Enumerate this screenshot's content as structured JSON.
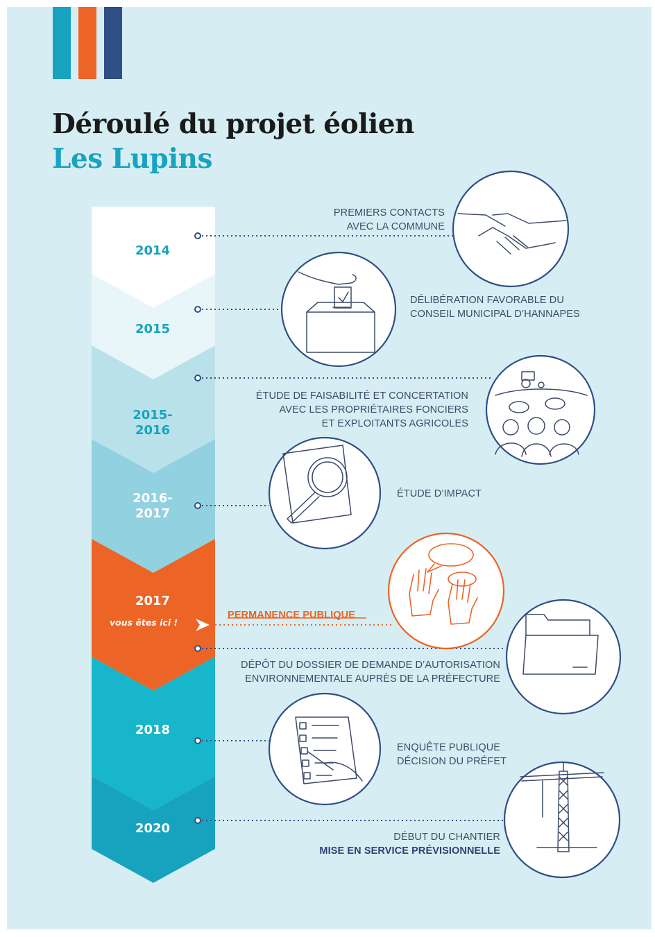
{
  "title": {
    "line1": "Déroulé du projet éolien",
    "line2": "Les Lupins"
  },
  "accent_colors": {
    "teal": "#17a3c0",
    "orange": "#ec6426",
    "navy": "#2f4f86",
    "background": "#d6eef3"
  },
  "timeline": {
    "you_are_here": "vous êtes ici !",
    "years": [
      {
        "label_1": "2014",
        "label_2": ""
      },
      {
        "label_1": "2015",
        "label_2": ""
      },
      {
        "label_1": "2015-",
        "label_2": "2016"
      },
      {
        "label_1": "2016-",
        "label_2": "2017"
      },
      {
        "label_1": "2017",
        "label_2": ""
      },
      {
        "label_1": "2018",
        "label_2": ""
      },
      {
        "label_1": "2020",
        "label_2": ""
      }
    ]
  },
  "events": [
    {
      "lines": [
        "PREMIERS CONTACTS",
        "AVEC LA COMMUNE"
      ],
      "icon": "handshake-icon"
    },
    {
      "lines": [
        "DÉLIBÉRATION FAVORABLE DU",
        "CONSEIL MUNICIPAL D’HANNAPES"
      ],
      "icon": "ballot-box-icon"
    },
    {
      "lines": [
        "ÉTUDE DE FAISABILITÉ ET CONCERTATION",
        "AVEC LES PROPRIÉTAIRES FONCIERS",
        "ET EXPLOITANTS AGRICOLES"
      ],
      "icon": "tractor-people-icon"
    },
    {
      "lines": [
        "ÉTUDE D’IMPACT"
      ],
      "icon": "magnifier-icon"
    },
    {
      "lines": [
        "PERMANENCE PUBLIQUE"
      ],
      "icon": "raised-hands-icon"
    },
    {
      "lines": [
        "DÉPÔT DU DOSSIER DE DEMANDE D’AUTORISATION",
        "ENVIRONNEMENTALE AUPRÈS DE LA PRÉFECTURE"
      ],
      "icon": "folder-icon"
    },
    {
      "lines": [
        "ENQUÊTE PUBLIQUE",
        "DÉCISION DU PRÉFET"
      ],
      "icon": "checklist-icon"
    },
    {
      "lines": [
        "DÉBUT DU CHANTIER",
        "MISE EN SERVICE PRÉVISIONNELLE"
      ],
      "icon": "crane-icon"
    }
  ]
}
